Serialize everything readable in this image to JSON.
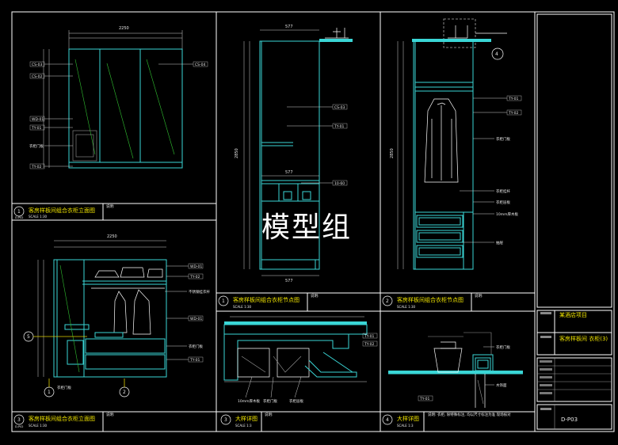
{
  "watermark": "模型组",
  "panels": {
    "p1": {
      "num": "1",
      "ref": "D-P02",
      "title": "客房样板间组合衣柜立面图",
      "scale": "SCALE 1:30",
      "note": "说明:"
    },
    "p2": {
      "num": "1",
      "ref": "D-P02",
      "title": "客房样板间组合衣柜节点图",
      "scale": "SCALE 1:30",
      "note": "说明:"
    },
    "p3": {
      "num": "2",
      "ref": "D-P02",
      "title": "客房样板间组合衣柜节点图",
      "scale": "SCALE 1:30",
      "note": "说明:"
    },
    "p4": {
      "num": "3",
      "ref": "D-P02",
      "title": "客房样板间组合衣柜立面图",
      "scale": "SCALE 1:30",
      "note": "说明:"
    },
    "p5": {
      "num": "3",
      "title": "大样详图",
      "scale": "SCALE 1:3",
      "note": "说明:"
    },
    "p6": {
      "num": "4",
      "title": "大样详图",
      "scale": "SCALE 1:3",
      "note": "说明: 衣柜, 除特殊标注, 均以尺寸标注为准 现场核对"
    }
  },
  "callouts": {
    "top_tag": "4",
    "elev_tag_1": "1",
    "elev_tag_2": "2",
    "side_tag": "5"
  },
  "dims": {
    "p1_total": "2250",
    "p4_total": "2250",
    "p2_height": "2850",
    "p3_height": "2850",
    "p2_top": "577",
    "p2_mid": "577",
    "p2_bot": "577"
  },
  "labels": {
    "p1_left": [
      "CS-03",
      "CS-02",
      "WD-01",
      "TY-01",
      "衣柜门板",
      "TY-02"
    ],
    "p1_right": [
      "CS-04"
    ],
    "p2_right": [
      "CS-03",
      "TY-01",
      "10-60"
    ],
    "p3_right": [
      "TY-01",
      "TY-02",
      "衣柜门板",
      "衣柜挂杆",
      "衣柜层板",
      "10mm厚木板",
      "抽屉"
    ],
    "p4_right": [
      "WD-01",
      "TY-02",
      "不锈钢挂衣杆",
      "WD-01",
      "衣柜门板",
      "TY-01"
    ],
    "p4_left": [
      "衣柜门板"
    ],
    "p5_marks": [
      "TY-01",
      "TY-02",
      "10mm厚木板",
      "衣柜门板",
      "衣柜层板"
    ],
    "p6_marks": [
      "衣柜门板",
      "木饰面",
      "TY-01"
    ]
  },
  "title_block": {
    "project": "某酒店项目",
    "drawing": "客房样板间 衣柜(3)",
    "number": "D-P03"
  }
}
